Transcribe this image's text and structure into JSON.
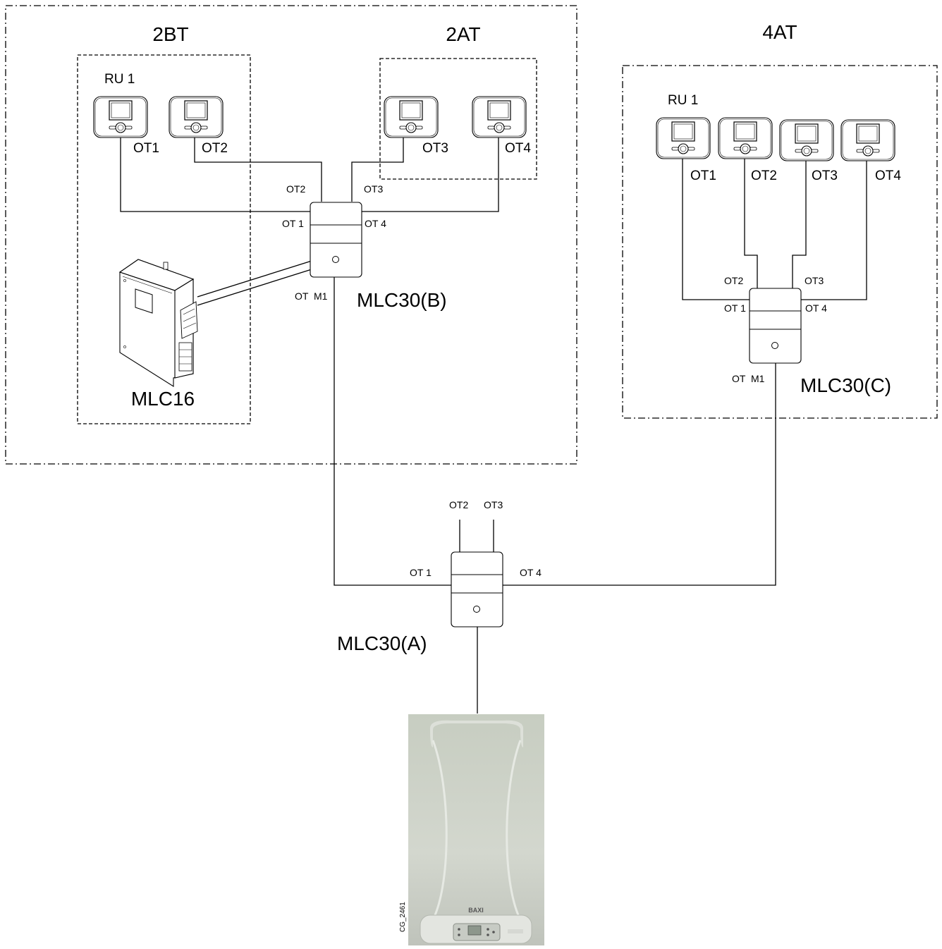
{
  "zones": {
    "bt2": "2BT",
    "at2": "2AT",
    "at4": "4AT"
  },
  "hub_b": {
    "name": "MLC30(B)",
    "ot1": "OT 1",
    "ot2": "OT2",
    "ot3": "OT3",
    "ot4": "OT 4",
    "otm1": "OT  M1",
    "devices": [
      {
        "name": "RU 1",
        "port": "OT1"
      },
      {
        "name": "",
        "port": "OT2"
      },
      {
        "name": "",
        "port": "OT3"
      },
      {
        "name": "",
        "port": "OT4"
      }
    ],
    "module": "MLC16"
  },
  "hub_c": {
    "name": "MLC30(C)",
    "ot1": "OT 1",
    "ot2": "OT2",
    "ot3": "OT3",
    "ot4": "OT 4",
    "otm1": "OT  M1",
    "devices": [
      {
        "name": "RU 1",
        "port": "OT1"
      },
      {
        "name": "",
        "port": "OT2"
      },
      {
        "name": "",
        "port": "OT3"
      },
      {
        "name": "",
        "port": "OT4"
      }
    ]
  },
  "hub_a": {
    "name": "MLC30(A)",
    "ot1": "OT 1",
    "ot2": "OT2",
    "ot3": "OT3",
    "ot4": "OT 4"
  },
  "boiler": {
    "brand": "BAXI",
    "code": "CG_2461"
  }
}
